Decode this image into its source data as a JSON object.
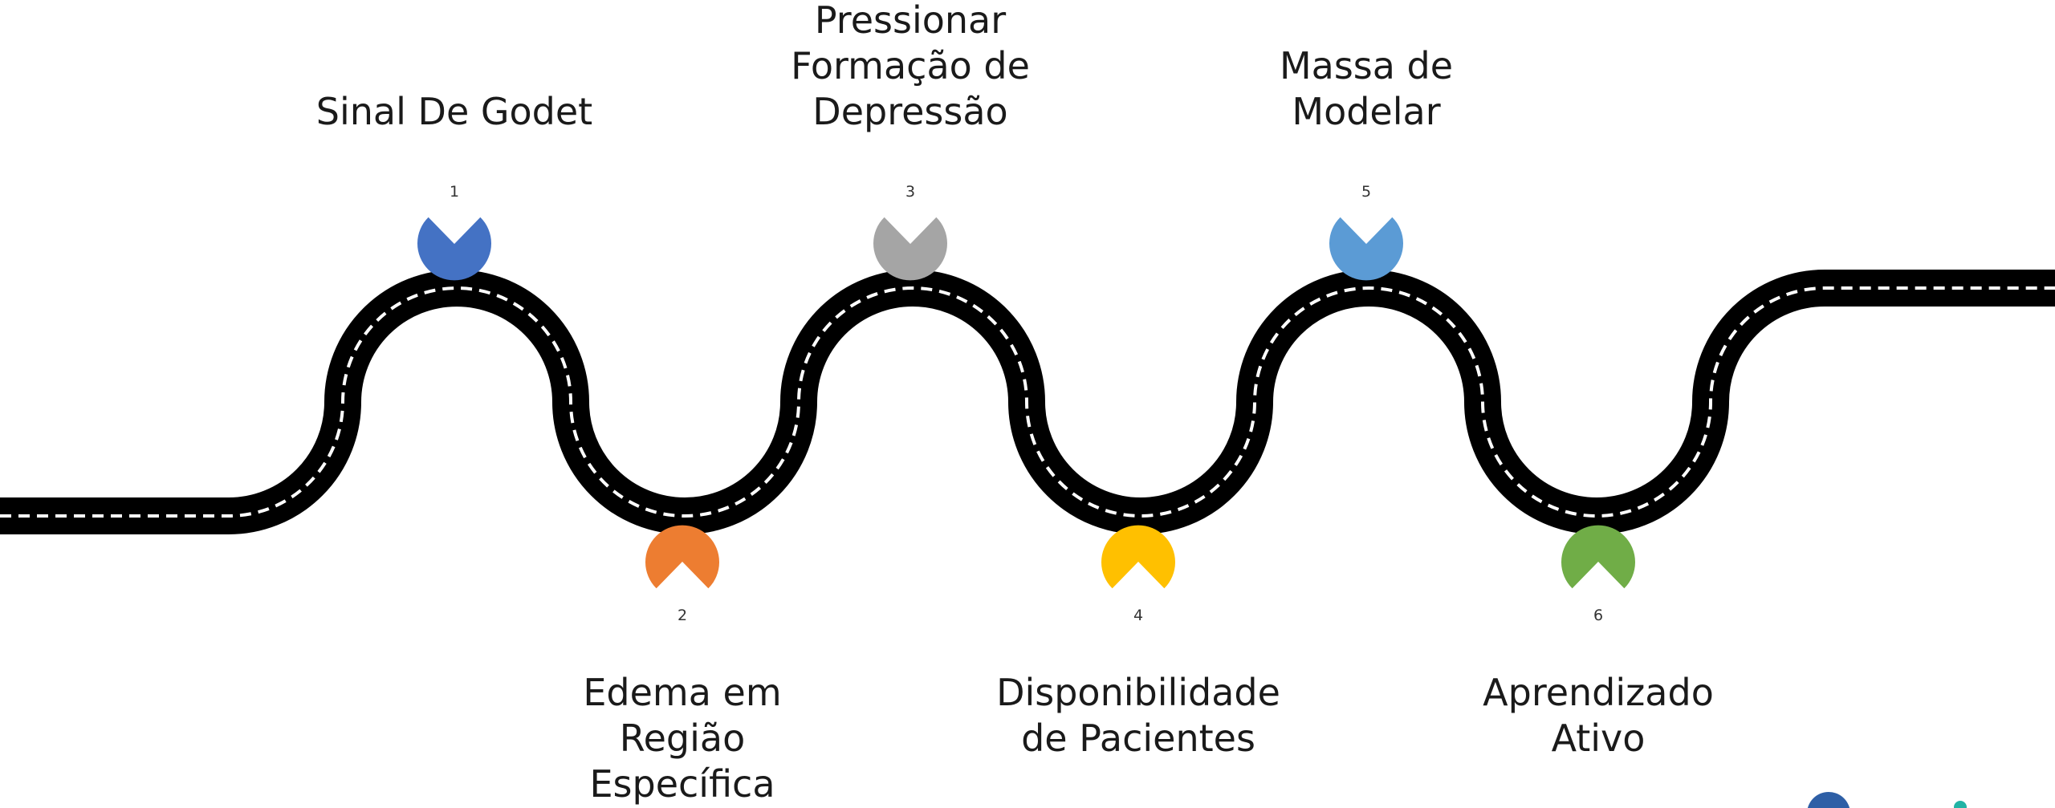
{
  "milestones": [
    {
      "number": "1",
      "title": "Sinal De Godet",
      "color": "#4472C4",
      "side": "top"
    },
    {
      "number": "2",
      "title": "Edema em\nRegião\nEspecífica",
      "color": "#ED7D31",
      "side": "bottom"
    },
    {
      "number": "3",
      "title": "Pressionar\nFormação de\nDepressão",
      "color": "#A5A5A5",
      "side": "top"
    },
    {
      "number": "4",
      "title": "Disponibilidade\nde Pacientes",
      "color": "#FFC000",
      "side": "bottom"
    },
    {
      "number": "5",
      "title": "Massa de\nModelar",
      "color": "#5B9BD5",
      "side": "top"
    },
    {
      "number": "6",
      "title": "Aprendizado\nAtivo",
      "color": "#70AD47",
      "side": "bottom"
    }
  ],
  "road": {
    "surface": "#000000",
    "lane_marking": "#ffffff"
  },
  "corner_logo": {
    "colors": [
      "#2E5FA6",
      "#22B3A5"
    ]
  }
}
